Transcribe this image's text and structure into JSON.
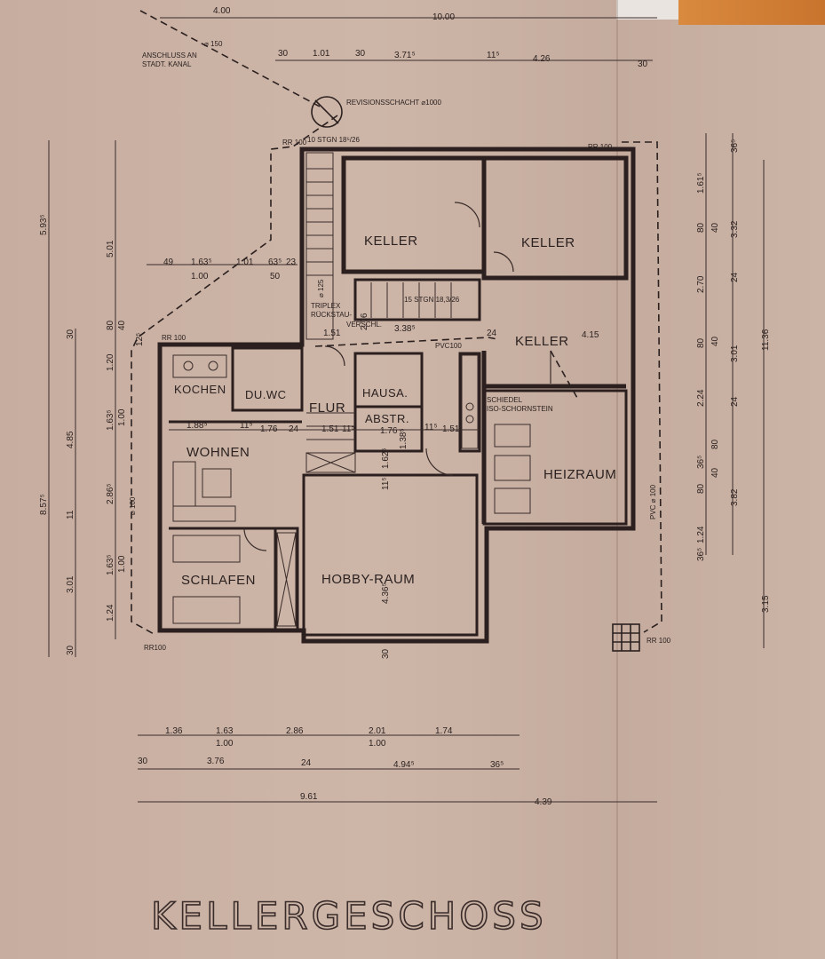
{
  "title": "KELLERGESCHOSS",
  "rooms": {
    "keller_1": "KELLER",
    "keller_2": "KELLER",
    "keller_3": "KELLER",
    "kochen": "KOCHEN",
    "du_wc": "DU.WC",
    "flur": "FLUR",
    "hausa": "HAUSA.",
    "abstr": "ABSTR.",
    "wohnen": "WOHNEN",
    "schlafen": "SCHLAFEN",
    "hobby": "HOBBY-RAUM",
    "heiz": "HEIZRAUM"
  },
  "annotations": {
    "anschluss_1": "ANSCHLUSS AN",
    "anschluss_2": "STADT. KANAL",
    "revision": "REVISIONSSCHACHT ⌀1000",
    "d150": "⌀ 150",
    "stgn10": "10 STGN 18⁵/26",
    "stgn15": "15 STGN 18,3/26",
    "triplex_1": "TRIPLEX",
    "triplex_2": "RÜCKSTAU-",
    "triplex_3": "VERSCHL.",
    "schiedel_1": "SCHIEDEL",
    "schiedel_2": "ISO-SCHORNSTEIN",
    "rr100_a": "RR 100",
    "rr100_b": "RR 100",
    "rr100_c": "RR 100",
    "rr100_d": "RR100",
    "rr100_e": "RR 100",
    "pvc100_a": "PVC100",
    "pvc100_b": "PVC ⌀ 100",
    "d100": "⌀ 100",
    "d125": "⌀ 125"
  },
  "dims_top": [
    "4.00",
    "10.00",
    "30",
    "1.01",
    "30",
    "3.71⁵",
    "11⁵",
    "4.26",
    "30"
  ],
  "dims_left_upper": [
    "49",
    "1.63⁵",
    "1.01",
    "63⁵",
    "23",
    "1.00",
    "50"
  ],
  "dims_left": [
    "5.93⁵",
    "5.01",
    "30",
    "80",
    "40",
    "1.20",
    "12⁵",
    "1.63⁵",
    "1.00",
    "4.85",
    "8.57⁵",
    "2.86⁵",
    "11",
    "1.63⁵",
    "1.00",
    "3.01",
    "1.24",
    "30"
  ],
  "dims_interior": [
    "1.88⁵",
    "11⁵",
    "1.76",
    "24",
    "1.51",
    "11⁵",
    "1.76",
    "11⁵",
    "1.51",
    "1.51",
    "3.38⁵",
    "24",
    "4.15",
    "11⁵",
    "4.36⁵",
    "1.62⁵",
    "1.38⁵",
    "30",
    "2.76"
  ],
  "dims_right": [
    "36⁵",
    "1.61⁵",
    "80",
    "40",
    "3.32",
    "2.70",
    "24",
    "80",
    "40",
    "3.01",
    "11.36",
    "2.24",
    "24",
    "36⁵",
    "80",
    "40",
    "80",
    "3.82",
    "1.24",
    "36⁵",
    "3.15"
  ],
  "dims_bottom_row1": [
    "1.36",
    "1.63",
    "2.86",
    "2.01",
    "1.74"
  ],
  "dims_bottom_row1b": [
    "1.00",
    "1.00"
  ],
  "dims_bottom_row2": [
    "30",
    "3.76",
    "24",
    "4.94⁵",
    "36⁵"
  ],
  "dims_bottom_row3": [
    "9.61",
    "4.39"
  ]
}
